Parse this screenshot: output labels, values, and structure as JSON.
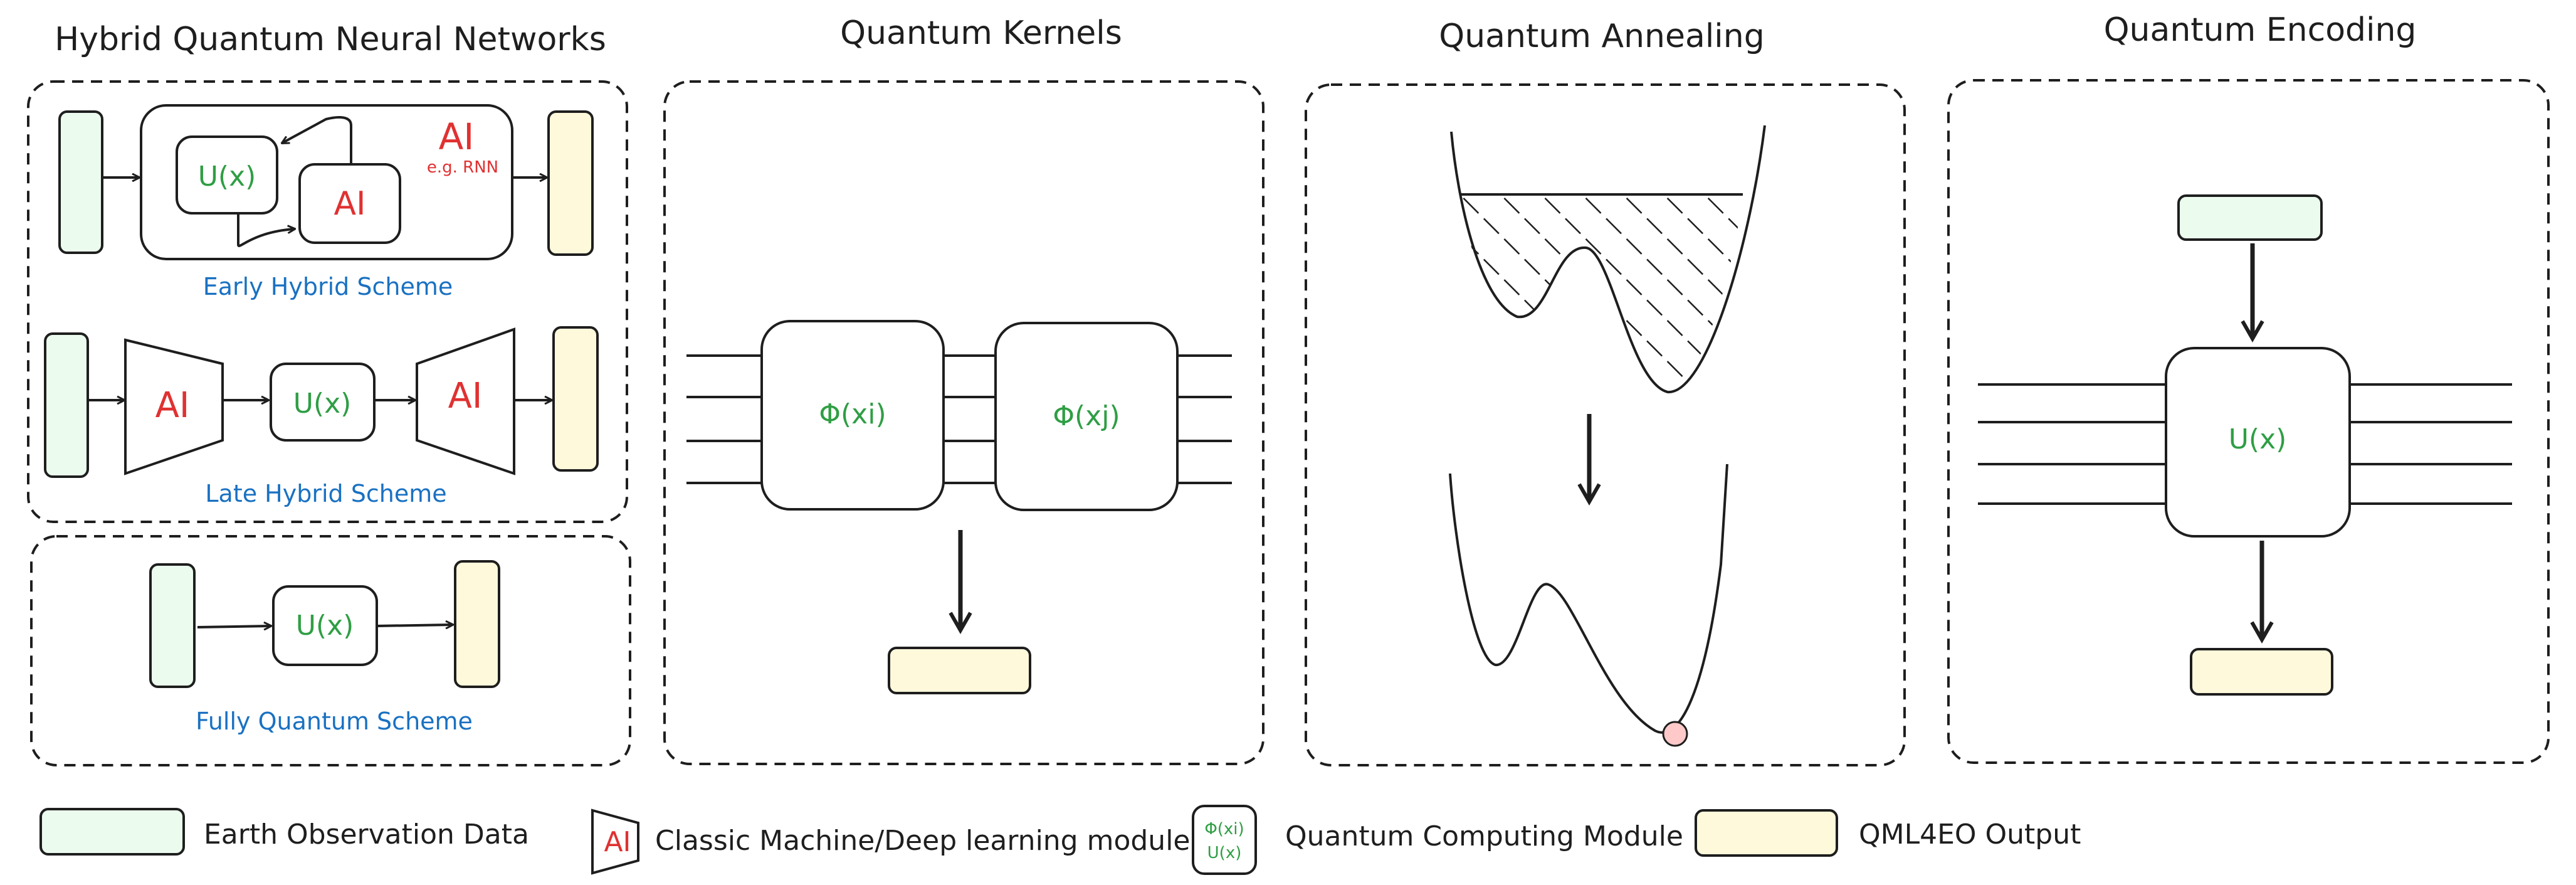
{
  "panels": {
    "hqnn": {
      "title": "Hybrid Quantum Neural Networks",
      "early": {
        "u_label": "U(x)",
        "ai_label": "AI",
        "ai_tag": "AI",
        "ai_tag_note": "e.g. RNN",
        "caption": "Early Hybrid Scheme"
      },
      "late": {
        "ai_left": "AI",
        "u_label": "U(x)",
        "ai_right": "AI",
        "caption": "Late Hybrid Scheme"
      },
      "fully": {
        "u_label": "U(x)",
        "caption": "Fully Quantum Scheme"
      }
    },
    "kernels": {
      "title": "Quantum Kernels",
      "phi_i": "Φ(xi)",
      "phi_j": "Φ(xj)"
    },
    "annealing": {
      "title": "Quantum Annealing"
    },
    "encoding": {
      "title": "Quantum Encoding",
      "u_label": "U(x)"
    }
  },
  "legend": {
    "eo_label": "Earth Observation Data",
    "ai_icon": "AI",
    "ai_label": "Classic Machine/Deep learning module",
    "qc_icon_top": "Φ(xi)",
    "qc_icon_bottom": "U(x)",
    "qc_label": "Quantum Computing Module",
    "out_label": "QML4EO Output"
  },
  "colors": {
    "eo_fill": "#ebfbee",
    "output_fill": "#fff9db",
    "quantum_text": "#2f9e44",
    "ai_text": "#e03131",
    "caption_text": "#1971c2",
    "minimum_dot": "#ffc9c9"
  },
  "icons": [
    "arrow-icon",
    "hatch-pattern",
    "energy-landscape"
  ]
}
